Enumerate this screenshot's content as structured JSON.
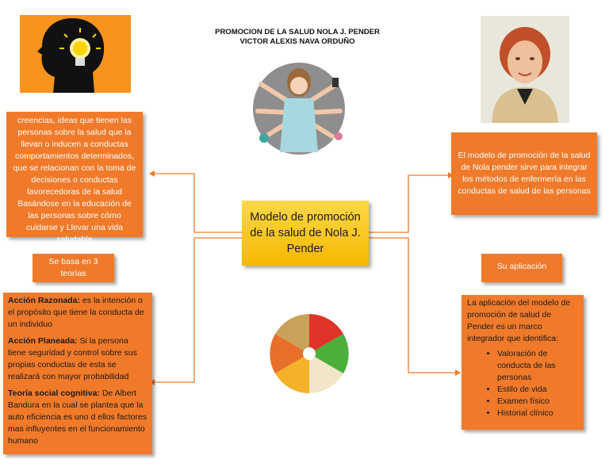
{
  "header": {
    "title_line1": "PROMOCION DE LA SALUD NOLA J. PENDER",
    "title_line2": "VICTOR ALEXIS NAVA ORDUÑO"
  },
  "center": {
    "text": "Modelo de promoción de la salud de Nola J. Pender"
  },
  "left_top": {
    "text": "creencias, ideas que tienen las personas sobre la salud que la llevan o inducen a conductas comportamientos determinados, que se relacionan con la toma de decisiones o conductas favorecedoras de la salud Basándose en la educación de las personas sobre cómo cuidarse y Llevar una vida saludable"
  },
  "left_label": {
    "text": "Se basa en 3 teorías"
  },
  "theories": [
    {
      "title": "Acción Razonada:",
      "text": " es la intención o el propósito que tiene la conducta de un individuo"
    },
    {
      "title": "Acción Planeada:",
      "text": " Si la persona tiene seguridad y control sobre sus propias conductas de esta se realizará con mayor probabilidad"
    },
    {
      "title": "Teoría social cognitiva:",
      "text": " De Albert Bandura en la cual se plantea que la auto eficiencia es uno d ellos factores mas influyentes en el funcionamiento humano"
    }
  ],
  "right_top": {
    "text": "El modelo de promoción de la salud de Nola pender sirve para integrar los métodos de enfermería en las conductas de salud de las personas"
  },
  "right_label": {
    "text": "Su aplicación"
  },
  "right_bottom": {
    "intro": "La aplicación del modelo de promoción de salud de Pender es un marco integrador que identifica:",
    "items": [
      "Valoración de conducta de las personas",
      "Estilo de vida",
      "Examen físico",
      "Historial clínico"
    ]
  },
  "colors": {
    "box": "#f07a2a",
    "center": "#f5c000",
    "line": "#f07a2a"
  },
  "icons": [
    "head-lightbulb-icon",
    "nurse-illustration",
    "portrait-photo",
    "food-wheel-illustration"
  ]
}
